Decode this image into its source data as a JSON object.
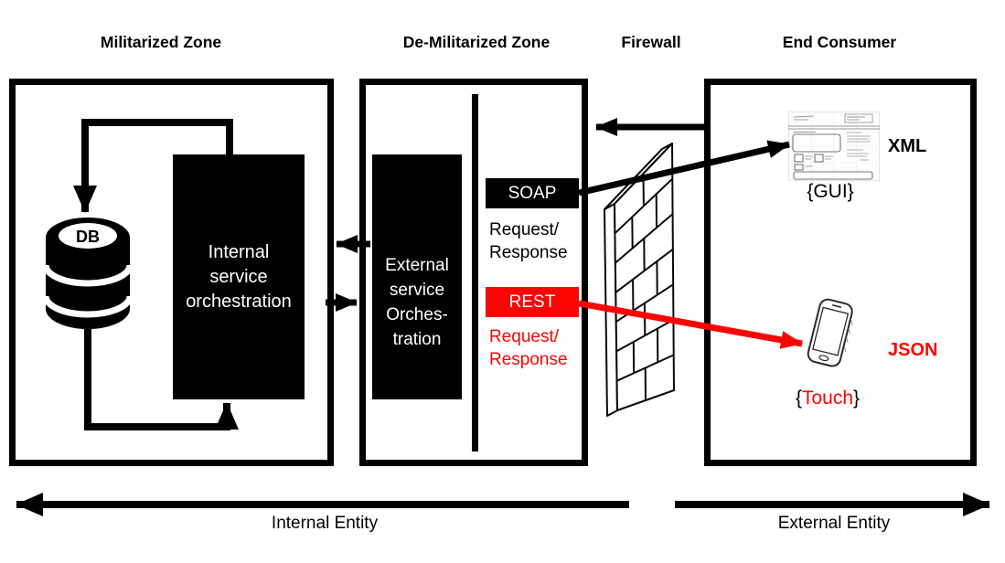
{
  "titles": {
    "militarized_zone": "Militarized Zone",
    "demilitarized_zone": "De-Militarized Zone",
    "firewall": "Firewall",
    "end_consumer": "End Consumer"
  },
  "militarized_zone": {
    "db_label": "DB",
    "internal_service_lines": [
      "Internal",
      "service",
      "orchestration"
    ]
  },
  "demilitarized_zone": {
    "external_service_lines": [
      "External",
      "service",
      "Orches-",
      "tration"
    ],
    "soap": {
      "label": "SOAP",
      "caption_line1": "Request/",
      "caption_line2": "Response"
    },
    "rest": {
      "label": "REST",
      "caption_line1": "Request/",
      "caption_line2": "Response"
    }
  },
  "end_consumer": {
    "xml_label": "XML",
    "gui_caption": "{GUI}",
    "json_label": "JSON",
    "touch_caption_open": "{",
    "touch_caption_word": "Touch",
    "touch_caption_close": "}"
  },
  "footer": {
    "internal_entity": "Internal Entity",
    "external_entity": "External Entity"
  },
  "icons": {
    "database": "db-cylinder-icon",
    "firewall": "brick-wall-icon",
    "gui": "web-wireframe-icon",
    "phone": "smartphone-icon"
  },
  "colors": {
    "accent_red": "#fb0404",
    "diagram_black": "#000000"
  }
}
